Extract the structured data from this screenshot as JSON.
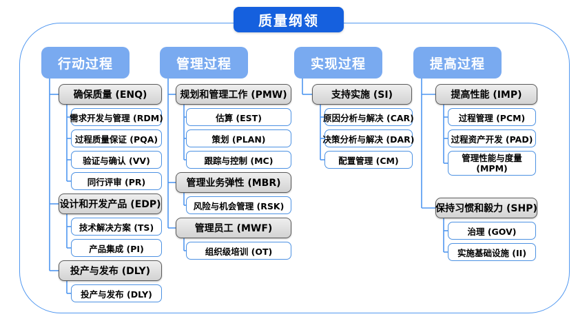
{
  "title": "质量纲领",
  "colors": {
    "title_bg": "#1560DE",
    "header_bg": "#79AAF0",
    "line": "#4E96F0",
    "gray_fill": "#DCDCDC",
    "gray_border": "#5A5A5A",
    "white_border": "#4A90E2"
  },
  "columns": [
    {
      "label": "行动过程",
      "groups": [
        {
          "label": "确保质量 (ENQ)",
          "children": [
            "需求开发与管理 (RDM)",
            "过程质量保证 (PQA)",
            "验证与确认 (VV)",
            "同行评审 (PR)"
          ]
        },
        {
          "label": "设计和开发产品 (EDP)",
          "children": [
            "技术解决方案 (TS)",
            "产品集成 (PI)"
          ]
        },
        {
          "label": "投产与发布 (DLY)",
          "children": [
            "投产与发布 (DLY)"
          ]
        }
      ]
    },
    {
      "label": "管理过程",
      "groups": [
        {
          "label": "规划和管理工作 (PMW)",
          "children": [
            "估算 (EST)",
            "策划 (PLAN)",
            "跟踪与控制 (MC)"
          ]
        },
        {
          "label": "管理业务弹性 (MBR)",
          "children": [
            "风险与机会管理 (RSK)"
          ]
        },
        {
          "label": "管理员工 (MWF)",
          "children": [
            "组织级培训 (OT)"
          ]
        }
      ]
    },
    {
      "label": "实现过程",
      "groups": [
        {
          "label": "支持实施 (SI)",
          "children": [
            "原因分析与解决 (CAR)",
            "决策分析与解决 (DAR)",
            "配置管理 (CM)"
          ]
        }
      ]
    },
    {
      "label": "提高过程",
      "groups": [
        {
          "label": "提高性能 (IMP)",
          "children": [
            "过程管理 (PCM)",
            "过程资产开发 (PAD)",
            "管理性能与度量 (MPM)"
          ]
        },
        {
          "label": "保持习惯和毅力 (SHP)",
          "children": [
            "治理 (GOV)",
            "实施基础设施 (II)"
          ]
        }
      ]
    }
  ]
}
